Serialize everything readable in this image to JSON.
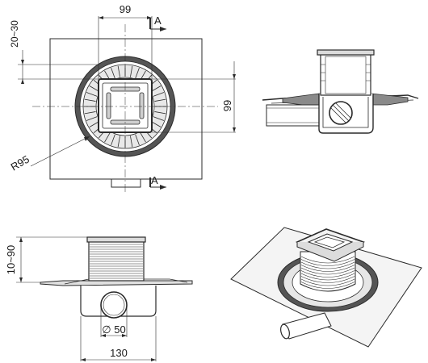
{
  "dimensions": {
    "top_width": "99",
    "height_range": "20~30",
    "side_height": "99",
    "radius": "R95",
    "section_top": "A",
    "section_bottom": "A",
    "lower_height": "10~90",
    "diameter": "∅ 50",
    "bottom_width": "130"
  },
  "colors": {
    "line": "#2a2a2a",
    "flange_dark": "#555555",
    "flange_mid": "#8a8a8a",
    "plate_fill": "#f2f2f2",
    "membrane": "#f4f4f4"
  }
}
